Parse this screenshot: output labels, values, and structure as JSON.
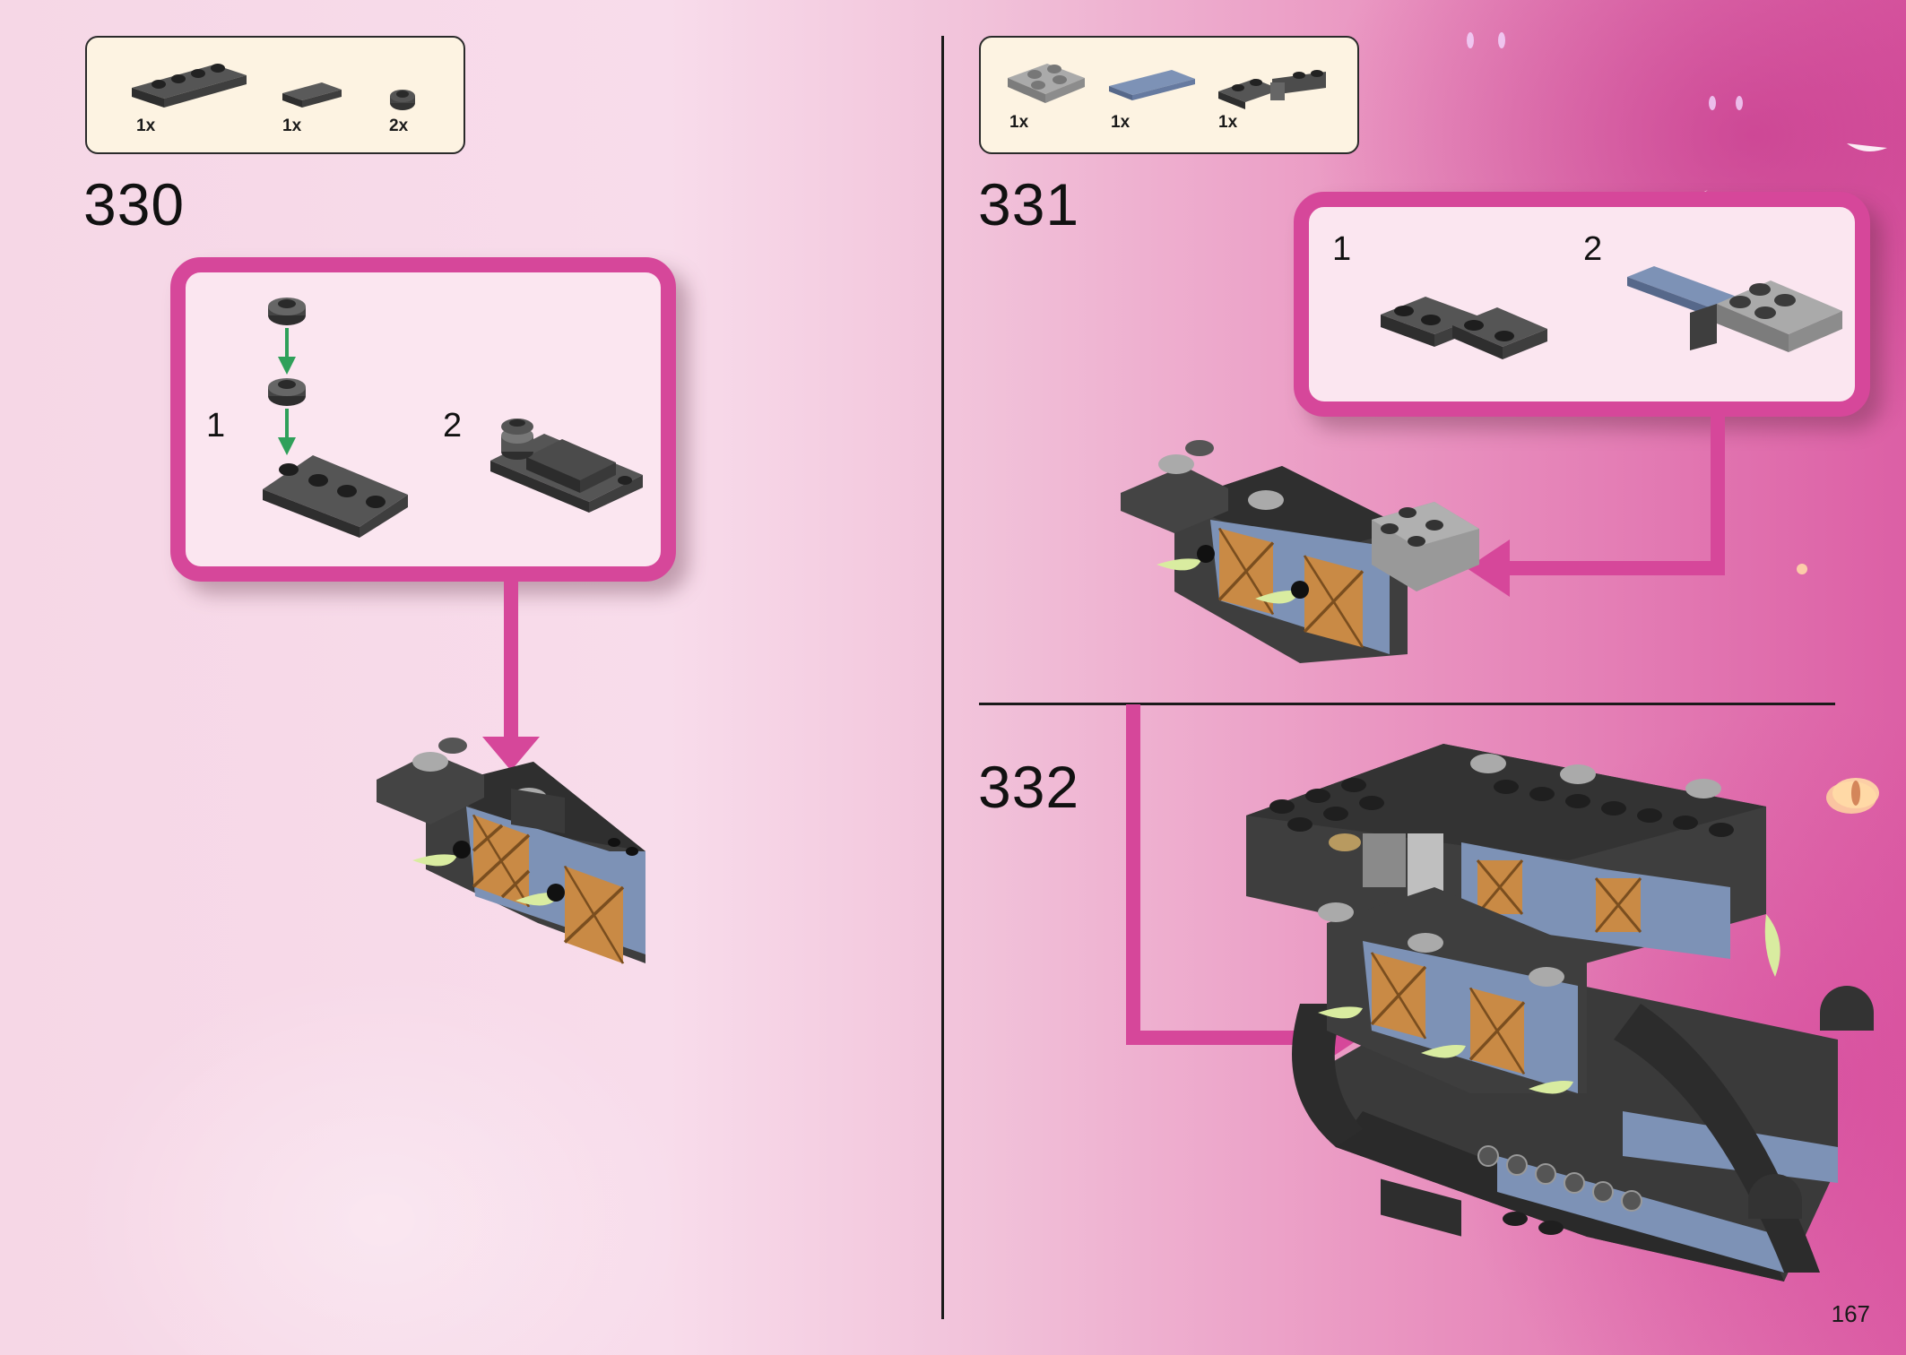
{
  "page": {
    "number": "167"
  },
  "colors": {
    "accent": "#d6479a",
    "arrow_green": "#2fa05a",
    "brick_dark": "#3e3e3e",
    "brick_light": "#9a9a9a",
    "brick_blue": "#7d92b6",
    "window_orange": "#c98a45"
  },
  "steps": [
    {
      "number": "330",
      "parts": [
        {
          "qty": "1x",
          "icon": "plate-1x4-dark-gray"
        },
        {
          "qty": "1x",
          "icon": "tile-1x2-dark-gray"
        },
        {
          "qty": "2x",
          "icon": "round-plate-1x1-dark-gray"
        }
      ],
      "substeps": [
        "1",
        "2"
      ]
    },
    {
      "number": "331",
      "parts": [
        {
          "qty": "1x",
          "icon": "plate-2x2-light-gray"
        },
        {
          "qty": "1x",
          "icon": "tile-1x4-sand-blue"
        },
        {
          "qty": "1x",
          "icon": "hinge-plate-dark-gray"
        }
      ],
      "substeps": [
        "1",
        "2"
      ]
    },
    {
      "number": "332"
    }
  ]
}
